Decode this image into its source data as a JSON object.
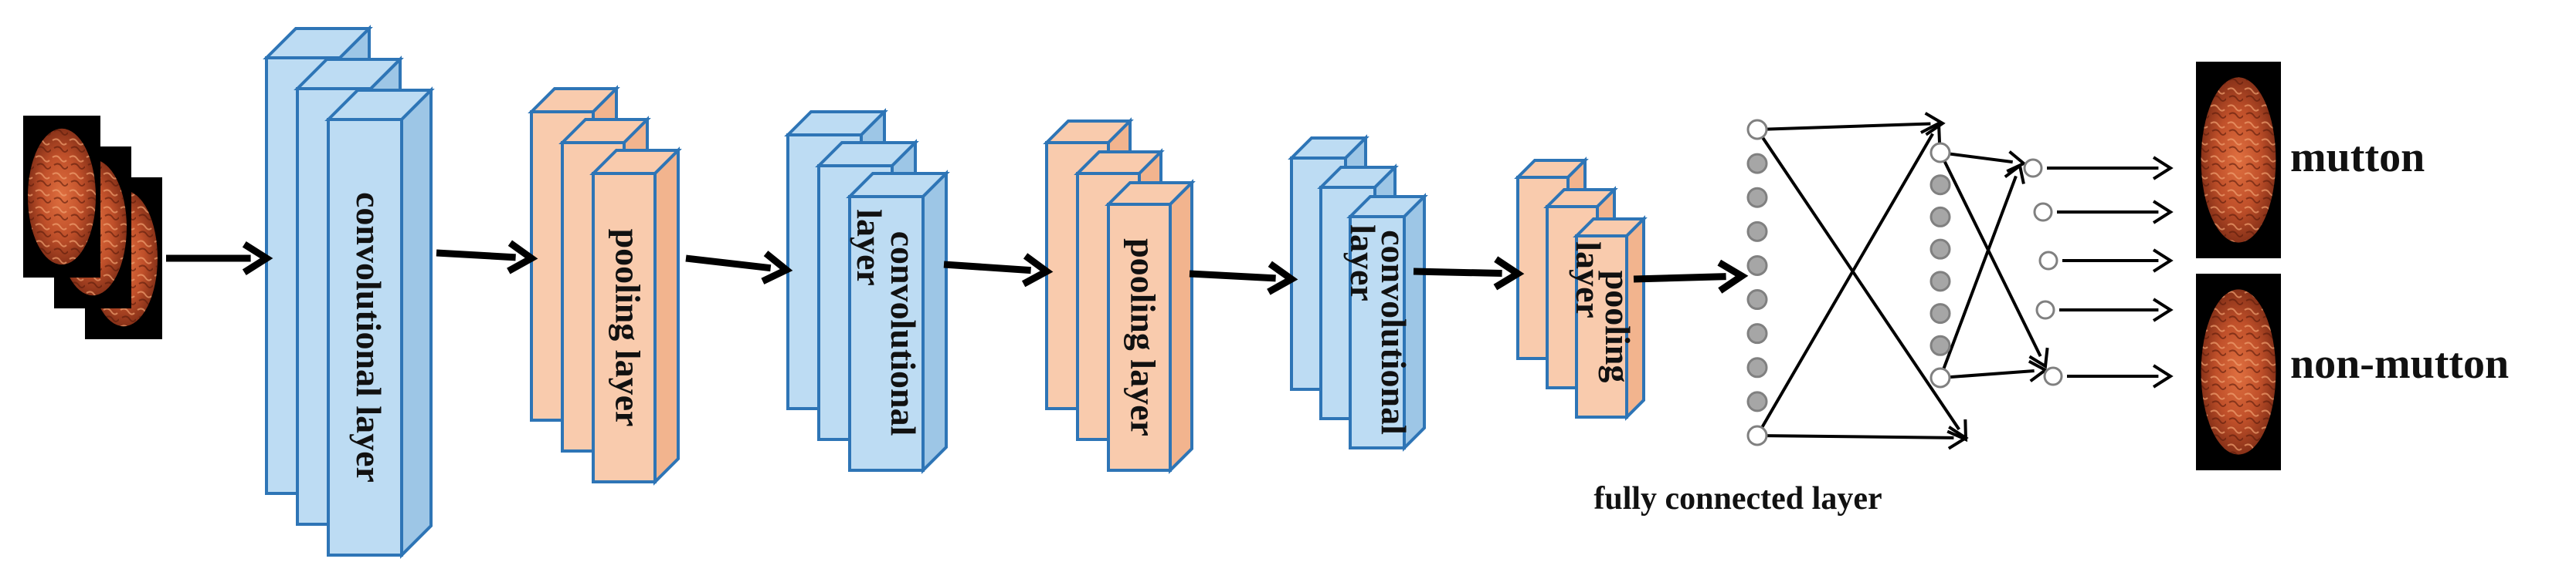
{
  "colors": {
    "conv_fill": "#BDDCF3",
    "conv_side": "#9DC6E6",
    "conv_stroke": "#2E75B6",
    "pool_fill": "#F9CBAD",
    "pool_side": "#F2B48E",
    "pool_stroke": "#2E75B6",
    "arrow": "#000000",
    "node_fill": "#A6A6A6",
    "node_stroke": "#808080",
    "meat": "#C0502A"
  },
  "stages": [
    {
      "type": "conv",
      "label": "convolutional layer"
    },
    {
      "type": "pool",
      "label": "pooling layer"
    },
    {
      "type": "conv",
      "label": "convolutional layer"
    },
    {
      "type": "pool",
      "label": "pooling layer"
    },
    {
      "type": "conv",
      "label": "convolutional layer"
    },
    {
      "type": "pool",
      "label": "pooling layer"
    }
  ],
  "fc": {
    "title": "fully connected layer"
  },
  "outputs": {
    "class_a": "mutton",
    "class_b": "non-mutton"
  },
  "icons": {
    "input": "meat-slice-image-icon",
    "output": "meat-slice-image-icon"
  }
}
